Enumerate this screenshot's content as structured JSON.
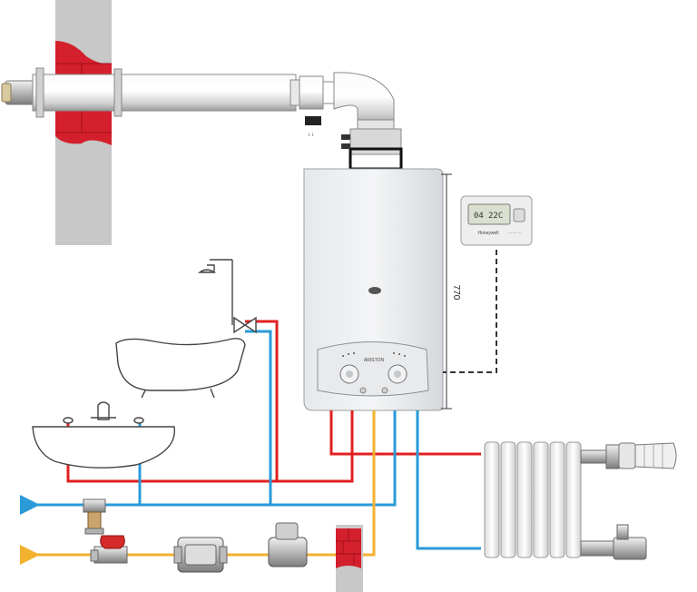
{
  "diagram": {
    "dimension_label": "770",
    "thermostat": {
      "display_left": "04",
      "display_right": "22C",
      "brand": "Honeywell"
    },
    "boiler": {
      "brand": "ARISTON"
    }
  },
  "colors": {
    "hot_water": "#e02020",
    "cold_water": "#2a9ad8",
    "gas": "#f2b12f",
    "wall": "#c8c8c8",
    "brick": "#d4202c",
    "thermostat_wire": "#333333"
  }
}
